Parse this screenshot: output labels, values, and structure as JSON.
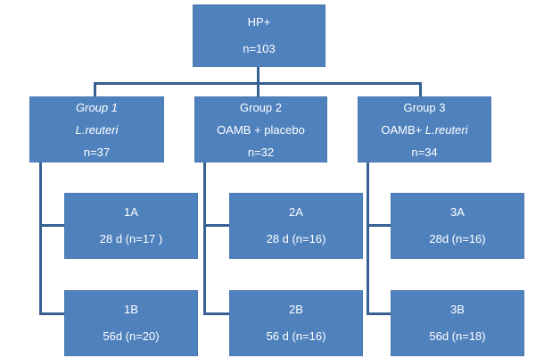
{
  "colors": {
    "box_fill": "#4F81BD",
    "connector": "#376092",
    "text": "#FFFFFF",
    "background": "#FFFFFF"
  },
  "flowchart": {
    "root": {
      "title": "HP+",
      "n": "n=103"
    },
    "groups": [
      {
        "name": "Group 1",
        "treatment_regular": "",
        "treatment_italic": "L.reuteri",
        "n": "n=37"
      },
      {
        "name": "Group 2",
        "treatment_regular": "OAMB + placebo",
        "treatment_italic": "",
        "n": "n=32"
      },
      {
        "name": "Group 3",
        "treatment_regular": "OAMB+ ",
        "treatment_italic": "L.reuteri",
        "n": "n=34"
      }
    ],
    "subgroups": [
      {
        "label": "1A",
        "detail": "28 d (n=17 )"
      },
      {
        "label": "1B",
        "detail": "56d (n=20)"
      },
      {
        "label": "2A",
        "detail": "28 d (n=16)"
      },
      {
        "label": "2B",
        "detail": "56 d (n=16)"
      },
      {
        "label": "3A",
        "detail": "28d (n=16)"
      },
      {
        "label": "3B",
        "detail": "56d (n=18)"
      }
    ]
  }
}
